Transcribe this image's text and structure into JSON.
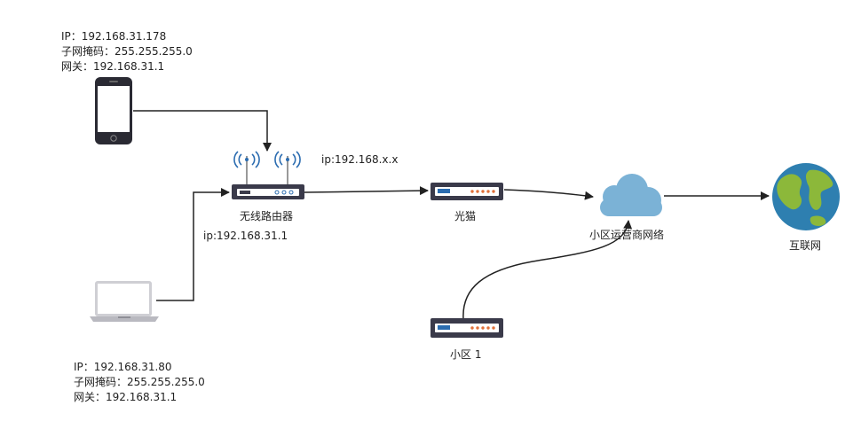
{
  "phone": {
    "ip": "IP：192.168.31.178",
    "mask": "子网掩码：255.255.255.0",
    "gateway": "网关：192.168.31.1"
  },
  "laptop": {
    "ip": "IP：192.168.31.80",
    "mask": "子网掩码：255.255.255.0",
    "gateway": "网关：192.168.31.1"
  },
  "router": {
    "label": "无线路由器",
    "lan_ip": "ip:192.168.31.1",
    "wan_ip": "ip:192.168.x.x"
  },
  "modem": {
    "label": "光猫"
  },
  "isp_network": {
    "label": "小区运营商网络"
  },
  "community_device": {
    "label": "小区 1"
  },
  "internet": {
    "label": "互联网"
  },
  "colors": {
    "edge": "#222222",
    "device_body": "#3a3a4a",
    "cloud": "#7bb2d6",
    "globe_ocean": "#2e7fb0",
    "globe_land": "#8cb83a",
    "wifi": "#2b6cb0"
  }
}
